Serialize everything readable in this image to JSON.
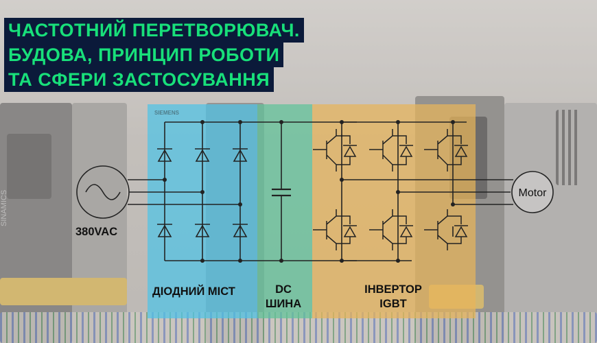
{
  "title": {
    "lines": [
      "ЧАСТОТНИЙ ПЕРЕТВОРЮВАЧ.",
      "БУДОВА, ПРИНЦИП РОБОТИ",
      "ТА СФЕРИ ЗАСТОСУВАННЯ"
    ],
    "text_color": "#18e07a",
    "background": "#0b1a3a"
  },
  "source": {
    "label": "380VAC",
    "icon": "ac-source-icon"
  },
  "motor": {
    "label": "Motor"
  },
  "sections": {
    "rectifier": {
      "label": "ДІОДНИЙ МІСТ",
      "color": "#4fc3e6"
    },
    "dc_bus": {
      "label_line1": "DC",
      "label_line2": "ШИНА",
      "color": "#5fc49a"
    },
    "inverter": {
      "label_line1": "ІНВЕРТОР",
      "label_line2": "IGBT",
      "color": "#e8b45a"
    }
  },
  "background_text": {
    "brand": "SIEMENS",
    "product": "SINAMICS"
  }
}
